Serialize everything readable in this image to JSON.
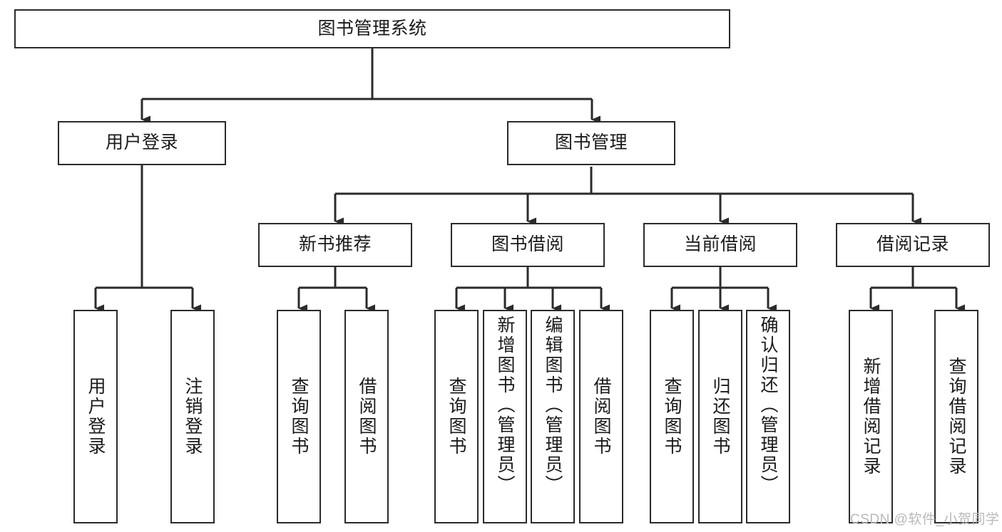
{
  "diagram": {
    "title": "图书管理系统",
    "type": "hierarchy-tree",
    "watermark": "CSDN @软件_小贺同学",
    "colors": {
      "box_border": "#2b2b2b",
      "box_fill": "#ffffff",
      "connector": "#2b2b2b",
      "text": "#1a1a1a",
      "watermark": "#b9b9b9"
    },
    "root": {
      "label": "图书管理系统"
    },
    "level2": [
      {
        "label": "用户登录"
      },
      {
        "label": "图书管理"
      }
    ],
    "level3": [
      {
        "label": "新书推荐"
      },
      {
        "label": "图书借阅"
      },
      {
        "label": "当前借阅"
      },
      {
        "label": "借阅记录"
      }
    ],
    "leaves": {
      "user_login": [
        {
          "label": "用户登录"
        },
        {
          "label": "注销登录"
        }
      ],
      "new_book": [
        {
          "label": "查询图书"
        },
        {
          "label": "借阅图书"
        }
      ],
      "book_borrow": [
        {
          "label": "查询图书"
        },
        {
          "label": "新增图书（管理员）"
        },
        {
          "label": "编辑图书（管理员）"
        },
        {
          "label": "借阅图书"
        }
      ],
      "current_borrow": [
        {
          "label": "查询图书"
        },
        {
          "label": "归还图书"
        },
        {
          "label": "确认归还（管理员）"
        }
      ],
      "borrow_record": [
        {
          "label": "新增借阅记录"
        },
        {
          "label": "查询借阅记录"
        }
      ]
    }
  }
}
